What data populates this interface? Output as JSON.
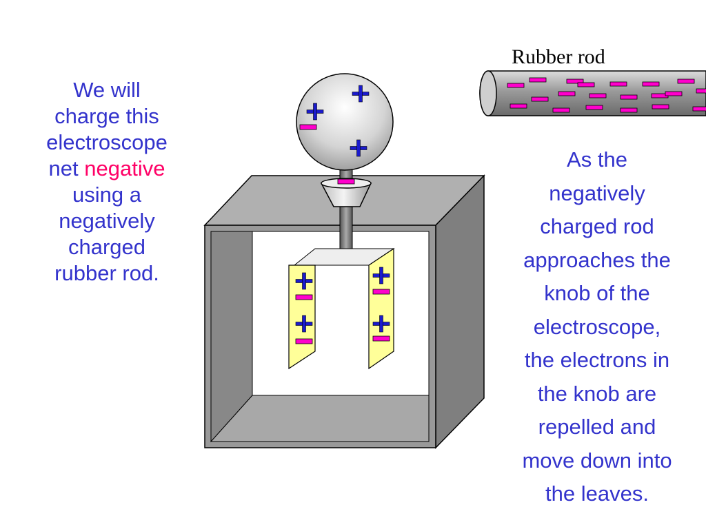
{
  "left_text": {
    "line1": "We will",
    "line2": "charge this",
    "line3": "electroscope",
    "net_word": "net",
    "negative_word": "negative",
    "line5": "using a",
    "line6": "negatively",
    "line7": "charged",
    "line8": "rubber rod."
  },
  "rod_label": "Rubber rod",
  "right_text": {
    "lines": [
      "As the",
      "negatively",
      "charged rod",
      "approaches the",
      "knob of the",
      "electroscope,",
      "the electrons in",
      "the knob are",
      "repelled and",
      "move down into",
      "the leaves."
    ]
  },
  "charges": {
    "plus_symbol": "+",
    "minus_symbol": "−"
  },
  "colors": {
    "text_blue": "#3333cc",
    "highlight_pink": "#ff0066",
    "minus_magenta": "#ff00cc",
    "plus_blue": "#1a1acc",
    "leaf_yellow": "#ffff99",
    "box_gray": "#999999"
  }
}
